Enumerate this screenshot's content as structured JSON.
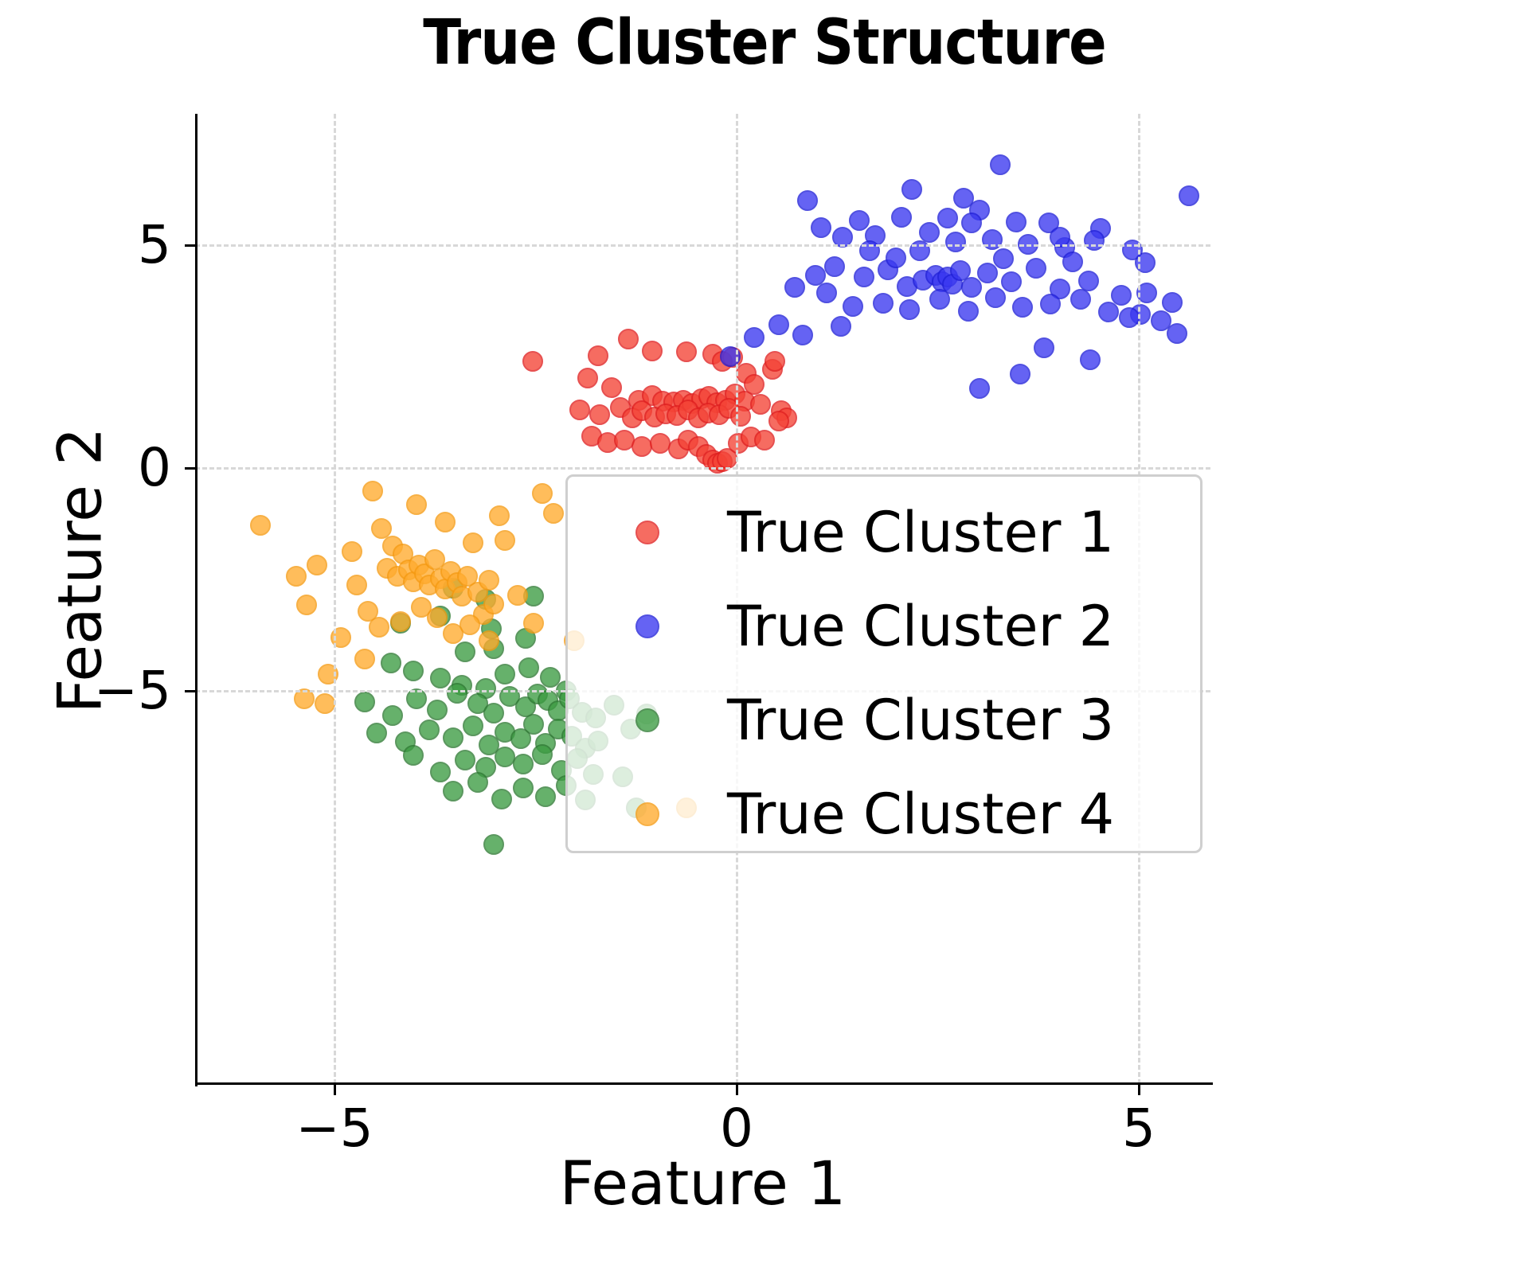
{
  "chart_data": {
    "type": "scatter",
    "title": "True Cluster Structure",
    "xlabel": "Feature 1",
    "ylabel": "Feature 2",
    "xlim": [
      -6.6,
      6.0
    ],
    "ylim": [
      -9.1,
      8.0
    ],
    "xticks": [
      -5,
      0,
      5
    ],
    "xticklabels": [
      "−5",
      "0",
      "5"
    ],
    "yticks": [
      -5,
      0,
      5
    ],
    "yticklabels": [
      "−5",
      "0",
      "5"
    ],
    "grid": true,
    "grid_style": "dashed",
    "grid_color": "#d8d8d8",
    "legend_position": "lower right",
    "marker_size": 26,
    "series": [
      {
        "name": "True Cluster 1",
        "color": "#F44336",
        "edge_color": "#E02020",
        "alpha": 0.78,
        "points": [
          [
            -2.53,
            2.4
          ],
          [
            -1.35,
            2.9
          ],
          [
            -1.72,
            2.52
          ],
          [
            -1.05,
            2.62
          ],
          [
            -0.62,
            2.6
          ],
          [
            -0.3,
            2.55
          ],
          [
            -0.18,
            2.4
          ],
          [
            -0.05,
            2.48
          ],
          [
            0.12,
            2.12
          ],
          [
            0.45,
            2.22
          ],
          [
            -1.85,
            2.02
          ],
          [
            -1.55,
            1.8
          ],
          [
            -1.22,
            1.52
          ],
          [
            -1.05,
            1.62
          ],
          [
            -0.92,
            1.5
          ],
          [
            -0.78,
            1.48
          ],
          [
            -0.66,
            1.52
          ],
          [
            -0.55,
            1.45
          ],
          [
            -0.44,
            1.55
          ],
          [
            -0.35,
            1.6
          ],
          [
            -0.25,
            1.46
          ],
          [
            -0.14,
            1.52
          ],
          [
            -0.02,
            1.66
          ],
          [
            0.1,
            1.5
          ],
          [
            0.22,
            1.88
          ],
          [
            -1.95,
            1.3
          ],
          [
            -1.7,
            1.2
          ],
          [
            -1.45,
            1.35
          ],
          [
            -1.3,
            1.12
          ],
          [
            -1.18,
            1.28
          ],
          [
            -1.02,
            1.15
          ],
          [
            -0.88,
            1.22
          ],
          [
            -0.74,
            1.18
          ],
          [
            -0.6,
            1.3
          ],
          [
            -0.48,
            1.12
          ],
          [
            -0.36,
            1.24
          ],
          [
            -0.22,
            1.2
          ],
          [
            -0.1,
            1.34
          ],
          [
            0.05,
            1.16
          ],
          [
            0.3,
            1.42
          ],
          [
            0.55,
            1.28
          ],
          [
            0.62,
            1.12
          ],
          [
            -1.8,
            0.72
          ],
          [
            -1.6,
            0.58
          ],
          [
            -1.4,
            0.62
          ],
          [
            -1.18,
            0.48
          ],
          [
            -0.95,
            0.55
          ],
          [
            -0.72,
            0.42
          ],
          [
            -0.6,
            0.62
          ],
          [
            -0.48,
            0.48
          ],
          [
            -0.38,
            0.3
          ],
          [
            -0.3,
            0.18
          ],
          [
            -0.24,
            0.1
          ],
          [
            -0.18,
            0.14
          ],
          [
            -0.12,
            0.22
          ],
          [
            0.02,
            0.55
          ],
          [
            0.18,
            0.7
          ],
          [
            0.35,
            0.62
          ],
          [
            0.48,
            2.4
          ],
          [
            0.52,
            1.05
          ]
        ]
      },
      {
        "name": "True Cluster 2",
        "color": "#3A38F0",
        "edge_color": "#2020D8",
        "alpha": 0.78,
        "points": [
          [
            0.88,
            6.0
          ],
          [
            1.52,
            5.55
          ],
          [
            2.18,
            6.25
          ],
          [
            2.62,
            5.6
          ],
          [
            3.28,
            6.8
          ],
          [
            3.02,
            5.78
          ],
          [
            3.48,
            5.52
          ],
          [
            3.88,
            5.5
          ],
          [
            4.52,
            5.38
          ],
          [
            4.92,
            4.9
          ],
          [
            5.62,
            6.1
          ],
          [
            1.05,
            5.4
          ],
          [
            1.32,
            5.18
          ],
          [
            1.72,
            5.22
          ],
          [
            2.05,
            5.62
          ],
          [
            2.4,
            5.28
          ],
          [
            2.72,
            5.08
          ],
          [
            2.92,
            5.5
          ],
          [
            3.18,
            5.12
          ],
          [
            3.62,
            5.02
          ],
          [
            4.08,
            4.95
          ],
          [
            4.45,
            5.1
          ],
          [
            5.08,
            4.6
          ],
          [
            0.98,
            4.32
          ],
          [
            1.22,
            4.52
          ],
          [
            1.58,
            4.28
          ],
          [
            1.88,
            4.45
          ],
          [
            2.12,
            4.08
          ],
          [
            2.32,
            4.22
          ],
          [
            2.48,
            4.32
          ],
          [
            2.55,
            4.18
          ],
          [
            2.62,
            4.28
          ],
          [
            2.68,
            4.12
          ],
          [
            2.78,
            4.42
          ],
          [
            2.92,
            4.05
          ],
          [
            3.12,
            4.38
          ],
          [
            3.42,
            4.18
          ],
          [
            3.72,
            4.48
          ],
          [
            4.02,
            4.02
          ],
          [
            4.38,
            4.2
          ],
          [
            4.78,
            3.88
          ],
          [
            5.1,
            3.92
          ],
          [
            5.42,
            3.72
          ],
          [
            1.12,
            3.92
          ],
          [
            1.45,
            3.62
          ],
          [
            1.82,
            3.7
          ],
          [
            2.15,
            3.55
          ],
          [
            2.52,
            3.78
          ],
          [
            2.88,
            3.52
          ],
          [
            3.22,
            3.82
          ],
          [
            3.55,
            3.6
          ],
          [
            3.9,
            3.68
          ],
          [
            4.28,
            3.78
          ],
          [
            4.62,
            3.5
          ],
          [
            5.02,
            3.45
          ],
          [
            5.28,
            3.3
          ],
          [
            5.48,
            3.02
          ],
          [
            0.52,
            3.22
          ],
          [
            0.82,
            2.98
          ],
          [
            1.3,
            3.18
          ],
          [
            -0.08,
            2.5
          ],
          [
            0.22,
            2.92
          ],
          [
            3.82,
            2.7
          ],
          [
            4.4,
            2.42
          ],
          [
            3.52,
            2.1
          ],
          [
            3.02,
            1.78
          ],
          [
            4.88,
            3.38
          ],
          [
            1.98,
            4.72
          ],
          [
            2.28,
            4.88
          ],
          [
            3.32,
            4.7
          ],
          [
            4.18,
            4.62
          ],
          [
            0.72,
            4.05
          ],
          [
            1.65,
            4.88
          ],
          [
            2.82,
            6.05
          ],
          [
            4.02,
            5.18
          ]
        ]
      },
      {
        "name": "True Cluster 3",
        "color": "#3C9C42",
        "edge_color": "#2E7A33",
        "alpha": 0.78,
        "points": [
          [
            -3.52,
            -2.7
          ],
          [
            -3.05,
            -3.6
          ],
          [
            -3.38,
            -4.12
          ],
          [
            -3.02,
            -4.05
          ],
          [
            -2.62,
            -3.82
          ],
          [
            -4.3,
            -4.38
          ],
          [
            -4.02,
            -4.55
          ],
          [
            -3.68,
            -4.72
          ],
          [
            -3.42,
            -4.88
          ],
          [
            -3.12,
            -4.95
          ],
          [
            -2.88,
            -4.62
          ],
          [
            -2.58,
            -4.48
          ],
          [
            -2.32,
            -4.7
          ],
          [
            -2.12,
            -5.0
          ],
          [
            -4.62,
            -5.25
          ],
          [
            -4.28,
            -5.55
          ],
          [
            -3.98,
            -5.18
          ],
          [
            -3.72,
            -5.42
          ],
          [
            -3.48,
            -5.05
          ],
          [
            -3.22,
            -5.28
          ],
          [
            -3.02,
            -5.5
          ],
          [
            -2.82,
            -5.12
          ],
          [
            -2.62,
            -5.35
          ],
          [
            -2.48,
            -5.08
          ],
          [
            -2.35,
            -5.22
          ],
          [
            -2.22,
            -5.45
          ],
          [
            -2.08,
            -5.18
          ],
          [
            -1.92,
            -5.48
          ],
          [
            -1.75,
            -5.6
          ],
          [
            -4.48,
            -5.95
          ],
          [
            -4.12,
            -6.15
          ],
          [
            -3.82,
            -5.88
          ],
          [
            -3.52,
            -6.05
          ],
          [
            -3.28,
            -5.78
          ],
          [
            -3.08,
            -6.22
          ],
          [
            -2.88,
            -5.92
          ],
          [
            -2.68,
            -6.08
          ],
          [
            -2.52,
            -5.75
          ],
          [
            -2.38,
            -6.18
          ],
          [
            -2.22,
            -5.85
          ],
          [
            -2.05,
            -6.02
          ],
          [
            -1.88,
            -6.28
          ],
          [
            -1.72,
            -6.12
          ],
          [
            -4.02,
            -6.45
          ],
          [
            -3.68,
            -6.82
          ],
          [
            -3.38,
            -6.55
          ],
          [
            -3.12,
            -6.72
          ],
          [
            -2.88,
            -6.48
          ],
          [
            -2.65,
            -6.65
          ],
          [
            -2.42,
            -6.42
          ],
          [
            -2.18,
            -6.78
          ],
          [
            -1.98,
            -6.52
          ],
          [
            -1.78,
            -6.88
          ],
          [
            -3.52,
            -7.25
          ],
          [
            -3.22,
            -7.05
          ],
          [
            -2.92,
            -7.42
          ],
          [
            -2.65,
            -7.18
          ],
          [
            -2.38,
            -7.38
          ],
          [
            -2.12,
            -7.12
          ],
          [
            -1.88,
            -7.45
          ],
          [
            -3.02,
            -8.45
          ],
          [
            -4.18,
            -3.48
          ],
          [
            -3.68,
            -3.32
          ],
          [
            -3.12,
            -2.95
          ],
          [
            -2.52,
            -2.88
          ],
          [
            -1.52,
            -5.32
          ],
          [
            -1.42,
            -6.92
          ],
          [
            -1.32,
            -5.85
          ],
          [
            -1.25,
            -7.62
          ],
          [
            -1.12,
            -5.52
          ]
        ]
      },
      {
        "name": "True Cluster 4",
        "color": "#FFAB2E",
        "edge_color": "#F59A12",
        "alpha": 0.78,
        "points": [
          [
            -5.92,
            -1.28
          ],
          [
            -5.22,
            -2.18
          ],
          [
            -5.38,
            -5.18
          ],
          [
            -5.12,
            -5.28
          ],
          [
            -5.08,
            -4.62
          ],
          [
            -4.92,
            -3.8
          ],
          [
            -4.72,
            -2.62
          ],
          [
            -4.52,
            -0.52
          ],
          [
            -4.42,
            -1.35
          ],
          [
            -4.35,
            -2.25
          ],
          [
            -4.28,
            -1.75
          ],
          [
            -4.22,
            -2.42
          ],
          [
            -4.15,
            -1.92
          ],
          [
            -4.08,
            -2.28
          ],
          [
            -4.02,
            -2.55
          ],
          [
            -3.95,
            -2.18
          ],
          [
            -3.88,
            -2.38
          ],
          [
            -3.82,
            -2.62
          ],
          [
            -3.75,
            -2.05
          ],
          [
            -3.68,
            -2.48
          ],
          [
            -3.62,
            -2.72
          ],
          [
            -3.55,
            -2.32
          ],
          [
            -3.48,
            -2.58
          ],
          [
            -3.42,
            -2.88
          ],
          [
            -3.35,
            -2.42
          ],
          [
            -3.28,
            -1.68
          ],
          [
            -3.22,
            -2.78
          ],
          [
            -3.15,
            -3.28
          ],
          [
            -3.08,
            -2.52
          ],
          [
            -3.02,
            -3.05
          ],
          [
            -4.58,
            -3.22
          ],
          [
            -4.45,
            -3.58
          ],
          [
            -4.62,
            -4.28
          ],
          [
            -4.18,
            -3.45
          ],
          [
            -3.92,
            -3.12
          ],
          [
            -3.72,
            -3.35
          ],
          [
            -3.52,
            -3.72
          ],
          [
            -3.32,
            -3.52
          ],
          [
            -3.08,
            -3.88
          ],
          [
            -2.88,
            -1.62
          ],
          [
            -2.72,
            -2.85
          ],
          [
            -2.52,
            -3.48
          ],
          [
            -2.42,
            -0.58
          ],
          [
            -2.28,
            -1.02
          ],
          [
            -3.98,
            -0.82
          ],
          [
            -3.62,
            -1.22
          ],
          [
            -4.78,
            -1.88
          ],
          [
            -5.48,
            -2.42
          ],
          [
            -5.35,
            -3.08
          ],
          [
            -2.95,
            -1.08
          ],
          [
            -2.02,
            -3.88
          ],
          [
            -0.62,
            -7.62
          ]
        ]
      }
    ]
  }
}
